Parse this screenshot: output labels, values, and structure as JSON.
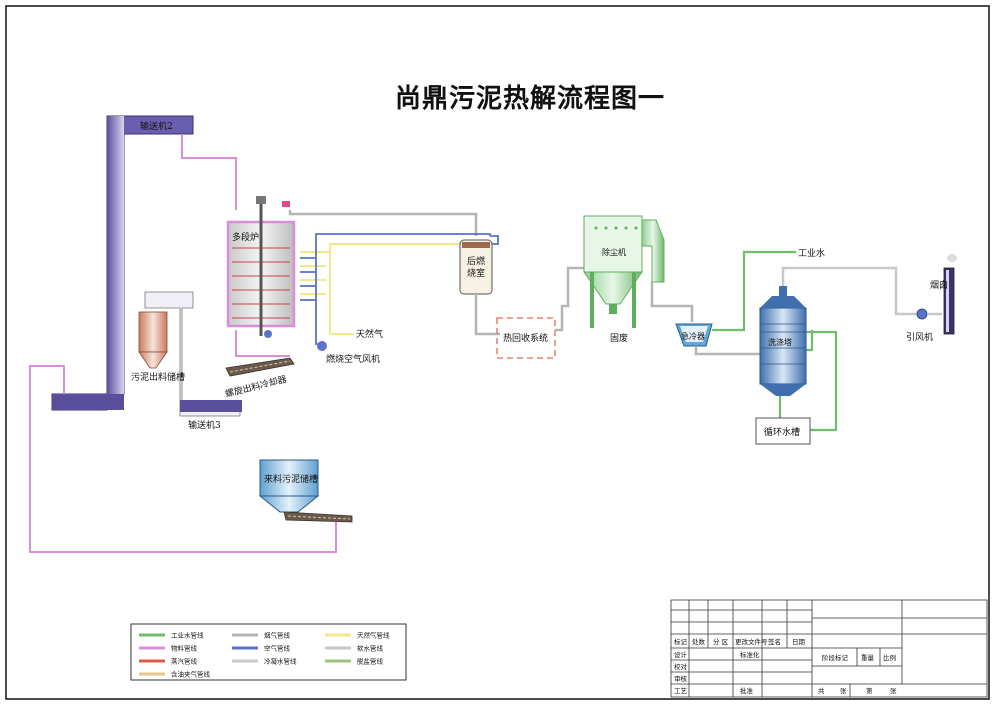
{
  "title": "尚鼎污泥热解流程图一",
  "colors": {
    "frame": "#111111",
    "conveyor_purple": "#5a4f9c",
    "material_pink": "#d98ed8",
    "flue_gray": "#b5b5b5",
    "natural_gas_yellow": "#f2e98a",
    "air_blue": "#5a74c8",
    "industrial_water_green": "#6dbf6d",
    "steam_red": "#e05a4a",
    "cooling_water": "#c8c8c8",
    "dust_green": "#9cc17a",
    "slag": "#e8d8b8",
    "equipment_green": "#5fae5f",
    "tank_gray": "#cfcfcf"
  },
  "labels": {
    "conveyor2": "输送机2",
    "conveyor3": "输送机3",
    "multi_hearth": "多段炉",
    "afterburner_1": "后燃",
    "afterburner_2": "烧室",
    "heat_recovery": "热回收系统",
    "dust_collector": "除尘机",
    "solid_waste": "固废",
    "quench": "急冷器",
    "scrubber": "洗涤塔",
    "industrial_water": "工业水",
    "induced_fan": "引风机",
    "chimney": "烟囱",
    "circulation_tank": "循环水槽",
    "natural_gas": "天然气",
    "combustion_fan": "燃烧空气风机",
    "sludge_out_tank": "污泥出料储槽",
    "screw_cooler": "螺旋出料冷却器",
    "incoming_sludge_tank": "来料污泥储槽"
  },
  "legend": [
    {
      "label": "工业水管线",
      "color": "#6dbf6d"
    },
    {
      "label": "烟气管线",
      "color": "#b5b5b5"
    },
    {
      "label": "天然气管线",
      "color": "#f2e98a"
    },
    {
      "label": "物料管线",
      "color": "#d98ed8"
    },
    {
      "label": "空气管线",
      "color": "#5a74c8"
    },
    {
      "label": "软水管线",
      "color": "#c8c8c8"
    },
    {
      "label": "蒸汽管线",
      "color": "#e05a4a"
    },
    {
      "label": "冷凝水管线",
      "color": "#c8c8c8"
    },
    {
      "label": "脱盐管线",
      "color": "#9cc17a"
    },
    {
      "label": "含油夹气管线",
      "color": "#e8c88a"
    }
  ],
  "titleblock": {
    "r1": [
      "标记",
      "处数",
      "分 区",
      "更改文件号",
      "签名",
      "日期"
    ],
    "design": "设计",
    "standard": "标准化",
    "stage_mark": "阶段标记",
    "weight": "重量",
    "ratio": "比例",
    "proofread": "校对",
    "review": "审核",
    "process": "工艺",
    "approve": "批准",
    "total": "共",
    "sheet": "张",
    "page": "第",
    "page_unit": "张"
  }
}
